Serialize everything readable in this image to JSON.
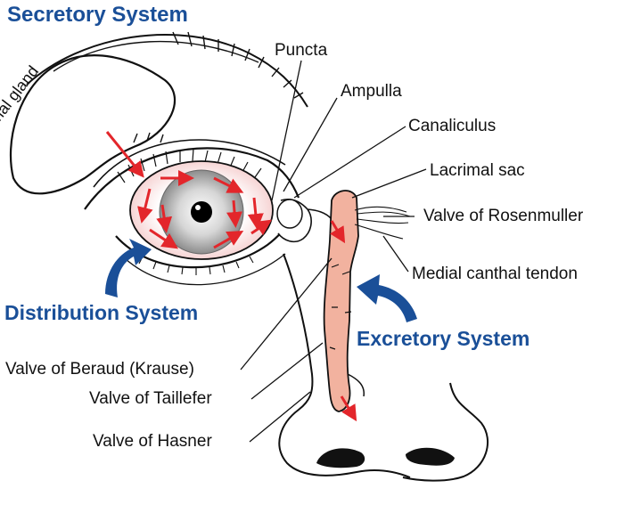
{
  "systems": {
    "secretory": "Secretory System",
    "distribution": "Distribution System",
    "excretory": "Excretory System"
  },
  "labels": {
    "lacrimal_gland": "Lacrimal gland",
    "puncta": "Puncta",
    "ampulla": "Ampulla",
    "canaliculus": "Canaliculus",
    "lacrimal_sac": "Lacrimal sac",
    "valve_rosenmuller": "Valve of Rosenmuller",
    "medial_canthal_tendon": "Medial canthal tendon",
    "valve_beraud": "Valve of Beraud (Krause)",
    "valve_taillefer": "Valve of Taillefer",
    "valve_hasner": "Valve of Hasner"
  },
  "colors": {
    "system_text": "#1a4f98",
    "tear_arrows": "#e3262b",
    "duct_fill": "#f2b29f",
    "iris": "#b9b9b9",
    "system_arrows": "#1a4f98"
  }
}
